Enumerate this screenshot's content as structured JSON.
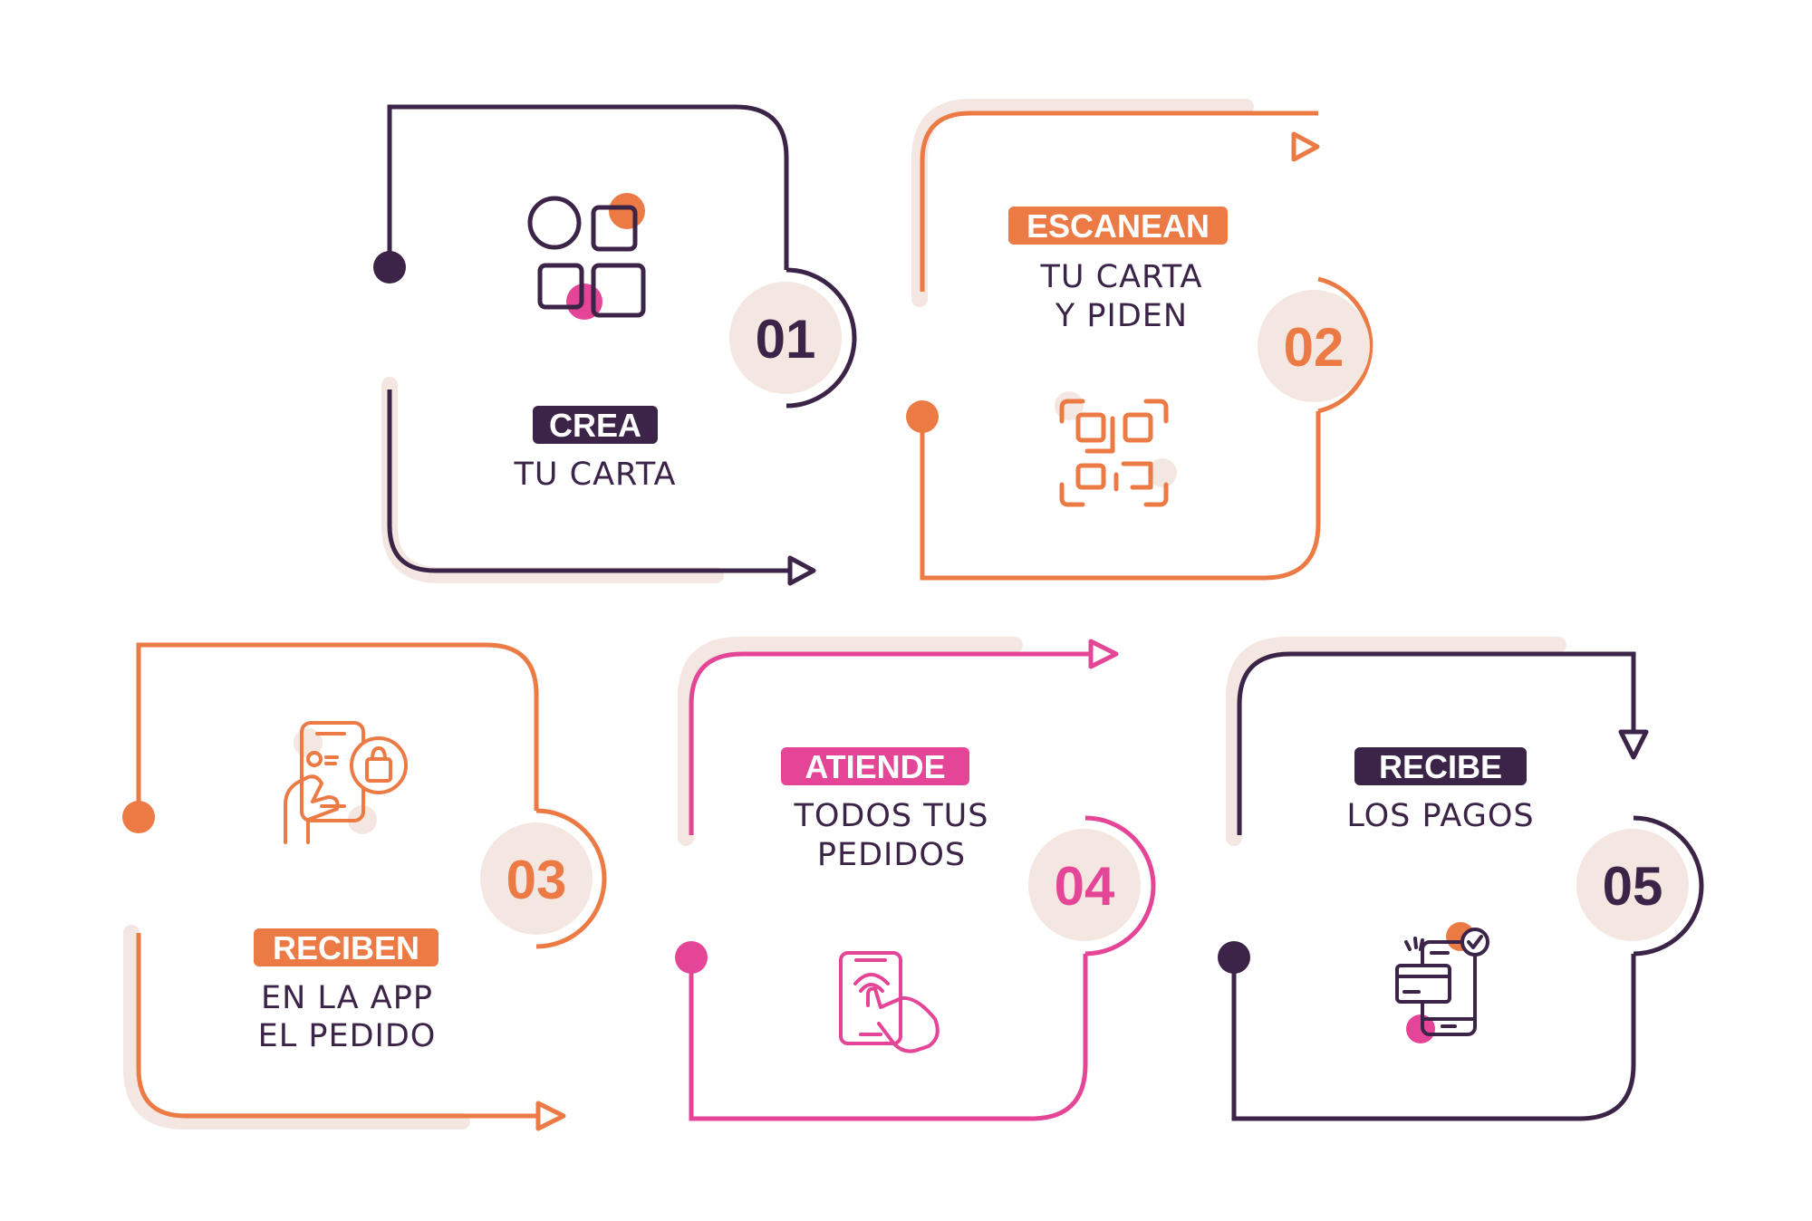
{
  "colors": {
    "dark": "#3b2447",
    "orange": "#ec7a45",
    "pink": "#e54596",
    "beige": "#f4e7e1",
    "white": "#ffffff"
  },
  "steps": [
    {
      "number": "01",
      "badge": "CREA",
      "lines": [
        "TU CARTA"
      ],
      "color": "dark",
      "badge_color": "dark",
      "icon": "menu-grid-icon"
    },
    {
      "number": "02",
      "badge": "ESCANEAN",
      "lines": [
        "TU CARTA",
        "Y PIDEN"
      ],
      "color": "orange",
      "badge_color": "orange",
      "icon": "qr-code-icon"
    },
    {
      "number": "03",
      "badge": "RECIBEN",
      "lines": [
        "EN LA APP",
        "EL PEDIDO"
      ],
      "color": "orange",
      "badge_color": "orange",
      "icon": "phone-order-icon"
    },
    {
      "number": "04",
      "badge": "ATIENDE",
      "lines": [
        "TODOS TUS",
        "PEDIDOS"
      ],
      "color": "pink",
      "badge_color": "pink",
      "icon": "tablet-touch-icon"
    },
    {
      "number": "05",
      "badge": "RECIBE",
      "lines": [
        "LOS PAGOS"
      ],
      "color": "dark",
      "badge_color": "dark",
      "icon": "mobile-payment-icon"
    }
  ]
}
